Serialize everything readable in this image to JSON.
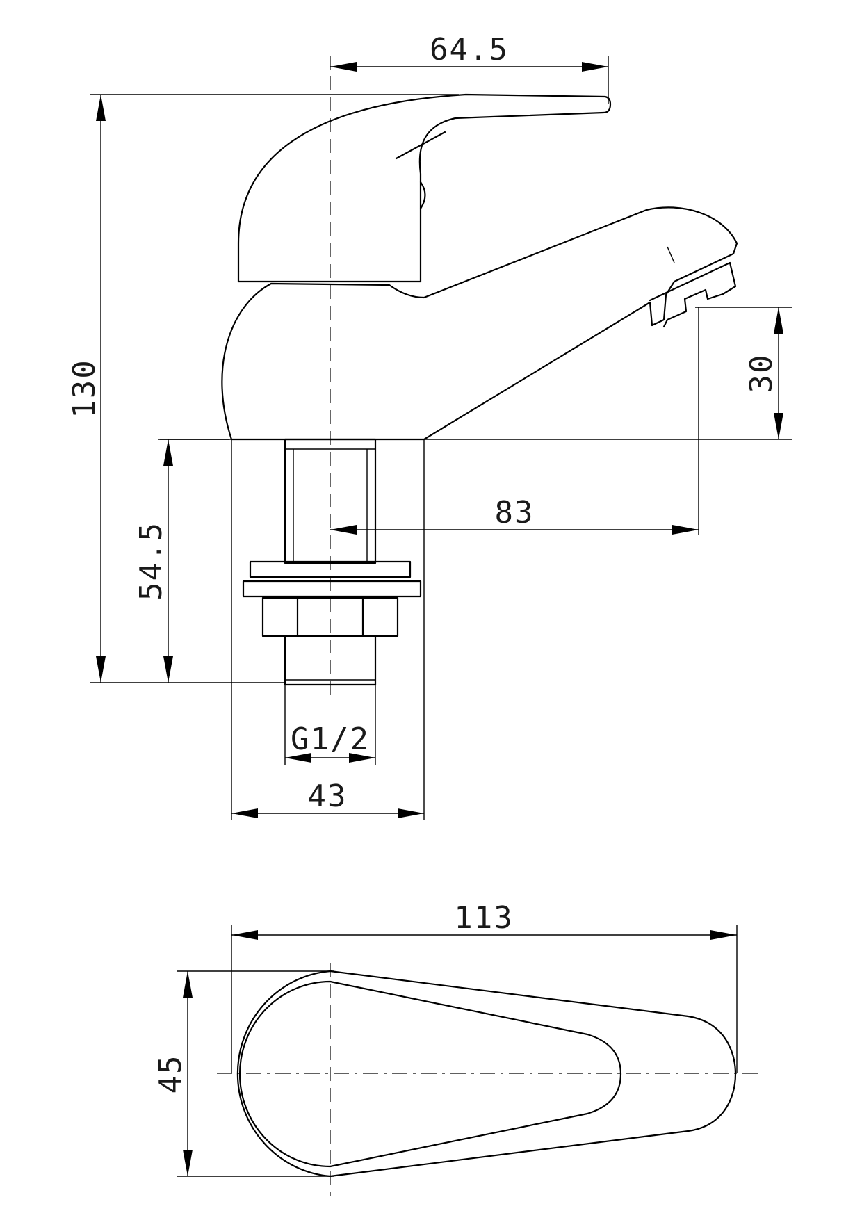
{
  "dimensions": {
    "top_offset": "64.5",
    "height_total": "130",
    "spout_height": "30",
    "spout_reach": "83",
    "shank_length": "54.5",
    "thread": "G1/2",
    "base_width": "43",
    "overall_length": "113",
    "body_width": "45"
  }
}
